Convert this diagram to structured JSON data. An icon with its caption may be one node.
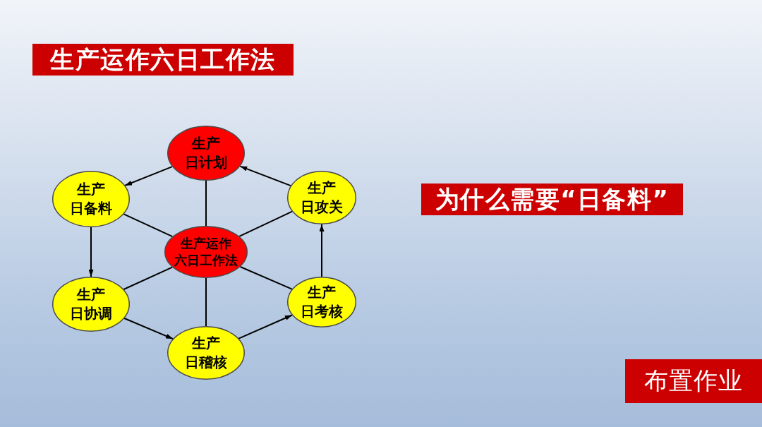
{
  "diagram": {
    "nodes": [
      {
        "text": [
          "生产运作六日工作法"
        ]
      },
      {
        "text": [
          "生产日计划"
        ]
      },
      {
        "text": [
          "生产日备料"
        ]
      },
      {
        "text": [
          "生产日攻关"
        ]
      },
      {
        "text": [
          "生产运作六日工作法"
        ]
      },
      {
        "text": [
          "生产日协调"
        ]
      },
      {
        "text": [
          "生产日考核"
        ]
      },
      {
        "text": [
          "生产日稽核"
        ]
      },
      {
        "text": [
          "为什么需要“日备料”"
        ]
      },
      {
        "text": [
          "布置作业"
        ]
      }
    ],
    "edges": [
      {
        "from": 1,
        "to": 2,
        "arrow": "to"
      },
      {
        "from": 2,
        "to": 5,
        "arrow": "to"
      },
      {
        "from": 5,
        "to": 7,
        "arrow": "to"
      },
      {
        "from": 7,
        "to": 6,
        "arrow": "to"
      },
      {
        "from": 6,
        "to": 3,
        "arrow": "to"
      },
      {
        "from": 3,
        "to": 1,
        "arrow": "to"
      },
      {
        "from": 4,
        "to": 1,
        "arrow": "none"
      },
      {
        "from": 4,
        "to": 2,
        "arrow": "none"
      },
      {
        "from": 4,
        "to": 3,
        "arrow": "none"
      },
      {
        "from": 4,
        "to": 5,
        "arrow": "none"
      },
      {
        "from": 4,
        "to": 6,
        "arrow": "none"
      },
      {
        "from": 4,
        "to": 7,
        "arrow": "none"
      }
    ]
  }
}
